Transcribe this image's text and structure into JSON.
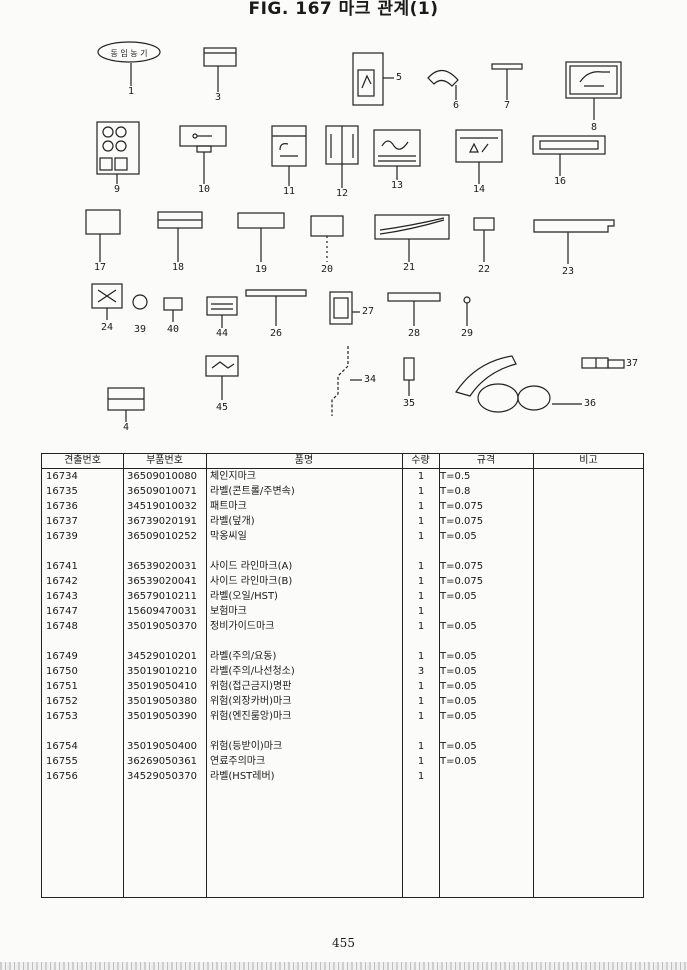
{
  "title": "FIG. 167 마크 관계(1)",
  "callouts": [
    "1",
    "3",
    "5",
    "6",
    "7",
    "8",
    "9",
    "10",
    "11",
    "12",
    "13",
    "14",
    "16",
    "17",
    "18",
    "19",
    "20",
    "21",
    "22",
    "23",
    "24",
    "39",
    "40",
    "44",
    "26",
    "27",
    "28",
    "29",
    "37",
    "34",
    "35",
    "36",
    "45",
    "4"
  ],
  "decal_text": {
    "item1": "동 임 농 기"
  },
  "table": {
    "headers": [
      "견출번호",
      "부품번호",
      "품명",
      "수량",
      "규격",
      "비고"
    ],
    "rows": [
      {
        "ref": "16734",
        "part": "36509010080",
        "name": "체인지마크",
        "qty": "1",
        "spec": "T=0.5"
      },
      {
        "ref": "16735",
        "part": "36509010071",
        "name": "라벨(콘트롤/주변속)",
        "qty": "1",
        "spec": "T=0.8"
      },
      {
        "ref": "16736",
        "part": "34519010032",
        "name": "패트마크",
        "qty": "1",
        "spec": "T=0.075"
      },
      {
        "ref": "16737",
        "part": "36739020191",
        "name": "라벨(덮개)",
        "qty": "1",
        "spec": "T=0.075"
      },
      {
        "ref": "16739",
        "part": "36509010252",
        "name": "막옹씨일",
        "qty": "1",
        "spec": "T=0.05"
      },
      {
        "ref": "16741",
        "part": "36539020031",
        "name": "사이드 라인마크(A)",
        "qty": "1",
        "spec": "T=0.075"
      },
      {
        "ref": "16742",
        "part": "36539020041",
        "name": "사이드 라인마크(B)",
        "qty": "1",
        "spec": "T=0.075"
      },
      {
        "ref": "16743",
        "part": "36579010211",
        "name": "라벨(오일/HST)",
        "qty": "1",
        "spec": "T=0.05"
      },
      {
        "ref": "16747",
        "part": "15609470031",
        "name": "보험마크",
        "qty": "1",
        "spec": ""
      },
      {
        "ref": "16748",
        "part": "35019050370",
        "name": "정비가이드마크",
        "qty": "1",
        "spec": "T=0.05"
      },
      {
        "ref": "16749",
        "part": "34529010201",
        "name": "라벨(주의/요동)",
        "qty": "1",
        "spec": "T=0.05"
      },
      {
        "ref": "16750",
        "part": "35019010210",
        "name": "라벨(주의/나선청소)",
        "qty": "3",
        "spec": "T=0.05"
      },
      {
        "ref": "16751",
        "part": "35019050410",
        "name": "위험(접근금지)명판",
        "qty": "1",
        "spec": "T=0.05"
      },
      {
        "ref": "16752",
        "part": "35019050380",
        "name": "위험(외장카버)마크",
        "qty": "1",
        "spec": "T=0.05"
      },
      {
        "ref": "16753",
        "part": "35019050390",
        "name": "위험(엔진룸앙)마크",
        "qty": "1",
        "spec": "T=0.05"
      },
      {
        "ref": "16754",
        "part": "35019050400",
        "name": "위험(등받이)마크",
        "qty": "1",
        "spec": "T=0.05"
      },
      {
        "ref": "16755",
        "part": "36269050361",
        "name": "연료주의마크",
        "qty": "1",
        "spec": "T=0.05"
      },
      {
        "ref": "16756",
        "part": "34529050370",
        "name": "라벨(HST레버)",
        "qty": "1",
        "spec": ""
      }
    ]
  },
  "page_number": "455"
}
